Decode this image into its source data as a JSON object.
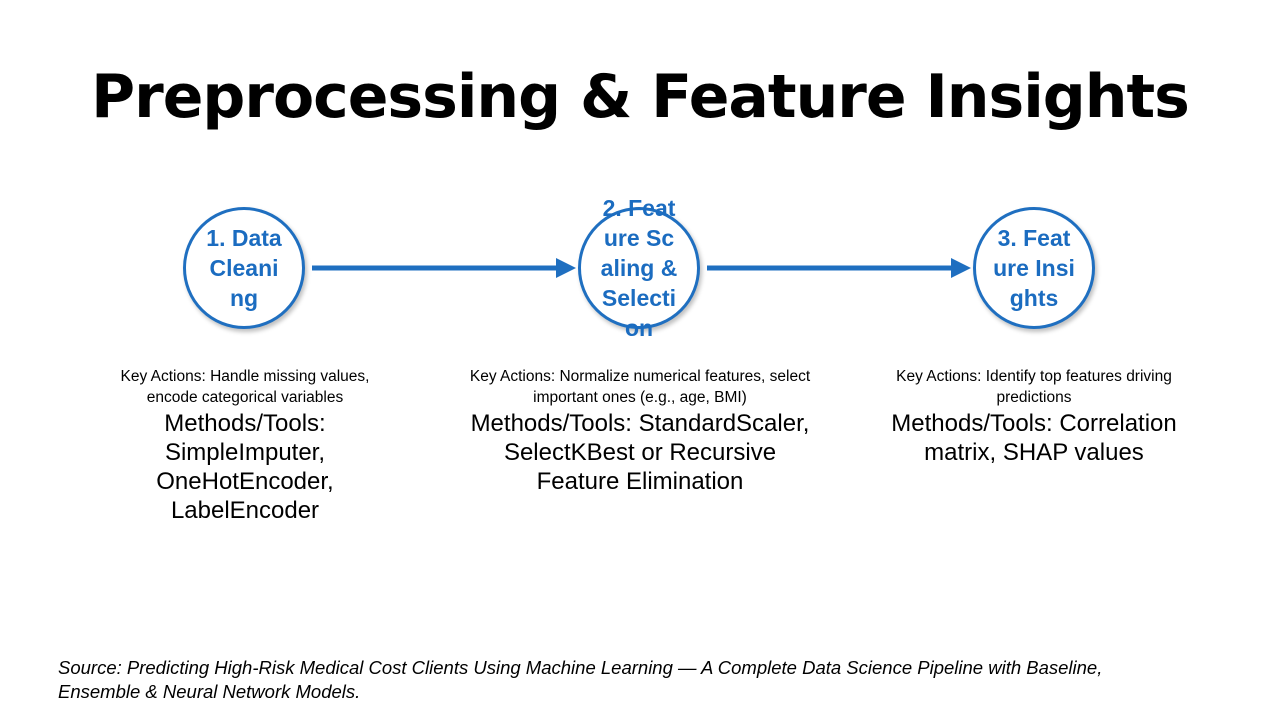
{
  "title": "Preprocessing & Feature Insights",
  "accent_color": "#1f6fc0",
  "steps": [
    {
      "node_label": "1. Data Cleaning",
      "key_actions": "Key Actions: Handle missing values, encode categorical variables",
      "methods_tools": "Methods/Tools: SimpleImputer, OneHotEncoder, LabelEncoder"
    },
    {
      "node_label": "2. Feature Scaling & Selection",
      "key_actions": "Key Actions: Normalize numerical features, select important ones (e.g., age, BMI)",
      "methods_tools": "Methods/Tools: StandardScaler, SelectKBest or Recursive Feature Elimination"
    },
    {
      "node_label": "3. Feature Insights",
      "key_actions": "Key Actions: Identify top features driving predictions",
      "methods_tools": "Methods/Tools: Correlation matrix, SHAP values"
    }
  ],
  "source": "Source: Predicting High-Risk Medical Cost Clients Using Machine Learning — A Complete Data Science Pipeline with Baseline, Ensemble & Neural Network Models."
}
